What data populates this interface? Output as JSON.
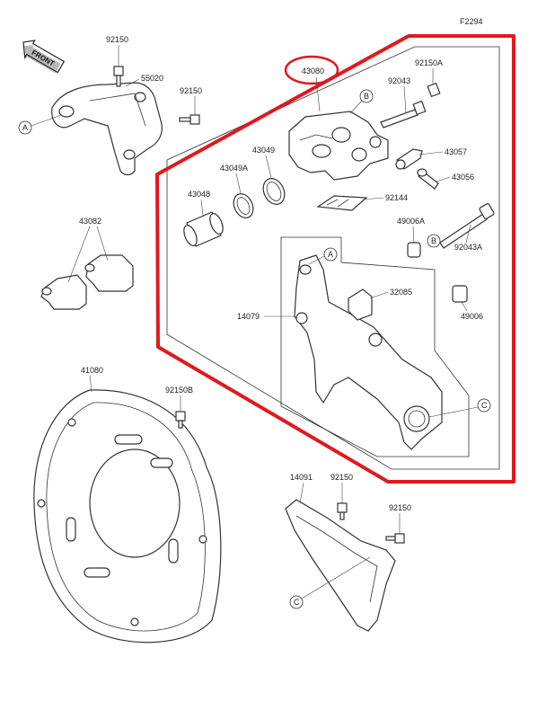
{
  "figure_code": "F2294",
  "front_tag": "FRONT",
  "highlight_color": "#e0191f",
  "parts": {
    "p92150_top": "92150",
    "p55020": "55020",
    "p92150_mid": "92150",
    "p43080": "43080",
    "p92150A": "92150A",
    "p92043": "92043",
    "p43049": "43049",
    "p43049A": "43049A",
    "p43048": "43048",
    "p43057": "43057",
    "p43056": "43056",
    "p92144": "92144",
    "p43082": "43082",
    "p49006A": "49006A",
    "p92043A": "92043A",
    "p32085": "32085",
    "p14079": "14079",
    "p49006": "49006",
    "p41080": "41080",
    "p92150B": "92150B",
    "p14091": "14091",
    "p92150_guard1": "92150",
    "p92150_guard2": "92150"
  },
  "refs": {
    "A": "A",
    "B": "B",
    "C": "C"
  }
}
